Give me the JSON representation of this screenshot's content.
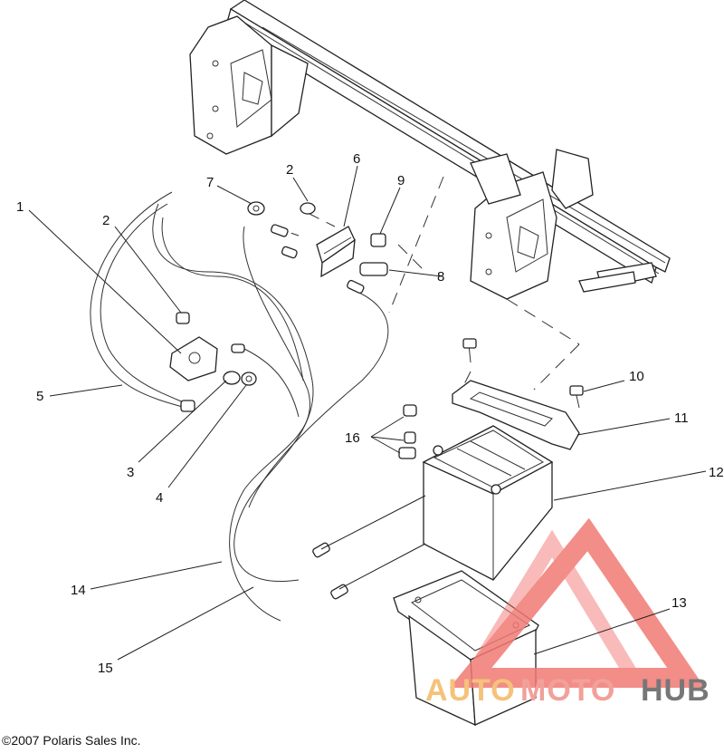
{
  "callouts": [
    {
      "id": "1",
      "text": "1"
    },
    {
      "id": "2a",
      "text": "2"
    },
    {
      "id": "2b",
      "text": "2"
    },
    {
      "id": "3",
      "text": "3"
    },
    {
      "id": "4",
      "text": "4"
    },
    {
      "id": "5",
      "text": "5"
    },
    {
      "id": "6",
      "text": "6"
    },
    {
      "id": "7",
      "text": "7"
    },
    {
      "id": "8",
      "text": "8"
    },
    {
      "id": "9",
      "text": "9"
    },
    {
      "id": "10",
      "text": "10"
    },
    {
      "id": "11",
      "text": "11"
    },
    {
      "id": "12",
      "text": "12"
    },
    {
      "id": "13",
      "text": "13"
    },
    {
      "id": "14",
      "text": "14"
    },
    {
      "id": "15",
      "text": "15"
    },
    {
      "id": "16",
      "text": "16"
    }
  ],
  "watermark": {
    "word_part1": "AUTO",
    "word_part2": "MOTO",
    "word_part3": "HUB",
    "color_triangle": "#f07a74",
    "color_auto": "#f5c27a",
    "color_moto": "#f2a09a",
    "color_hub": "#777777"
  },
  "copyright": "©2007 Polaris Sales Inc."
}
